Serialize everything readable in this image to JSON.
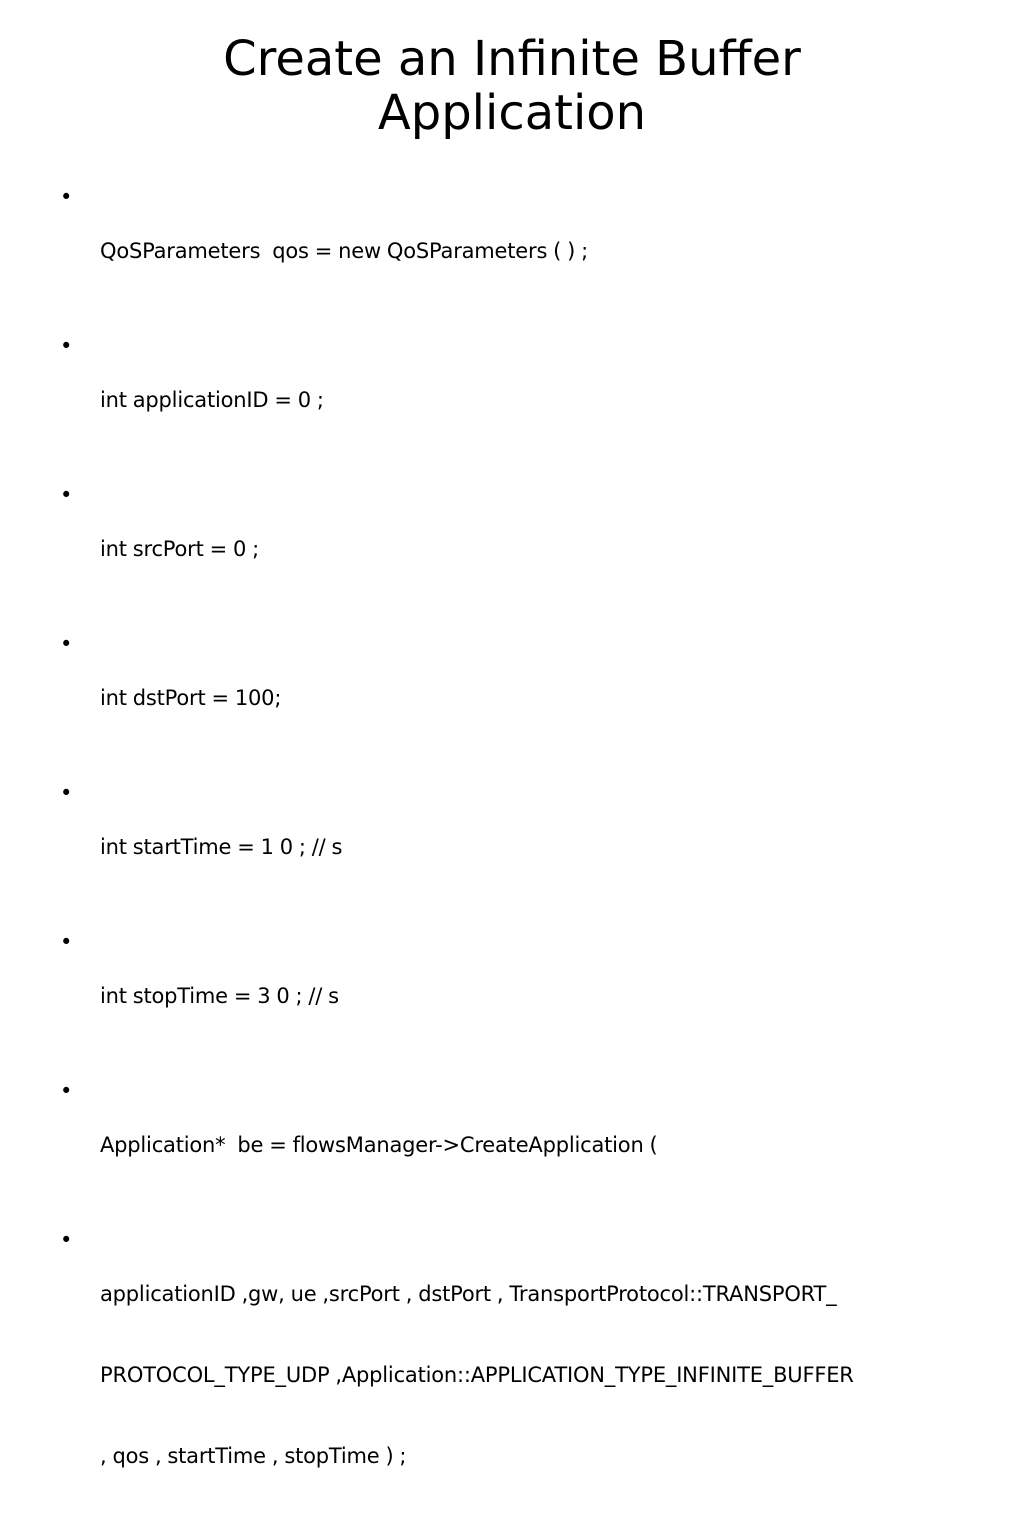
{
  "title_lines": [
    "Create an Infinite Buffer",
    "Application"
  ],
  "bullet_glyph": "•",
  "bullets": [
    {
      "lines": [
        "QoSParameters  qos = new QoSParameters ( ) ;"
      ]
    },
    {
      "lines": [
        "int applicationID = 0 ;"
      ]
    },
    {
      "lines": [
        "int srcPort = 0 ;"
      ]
    },
    {
      "lines": [
        "int dstPort = 100;"
      ]
    },
    {
      "lines": [
        "int startTime = 1 0 ; // s"
      ]
    },
    {
      "lines": [
        "int stopTime = 3 0 ; // s"
      ]
    },
    {
      "lines": [
        "Application*  be = flowsManager->CreateApplication ("
      ]
    },
    {
      "lines": [
        "applicationID ,gw, ue ,srcPort , dstPort , TransportProtocol::TRANSPORT_",
        "PROTOCOL_TYPE_UDP ,Application::APPLICATION_TYPE_INFINITE_BUFFER",
        ", qos , startTime , stopTime ) ;"
      ]
    }
  ]
}
